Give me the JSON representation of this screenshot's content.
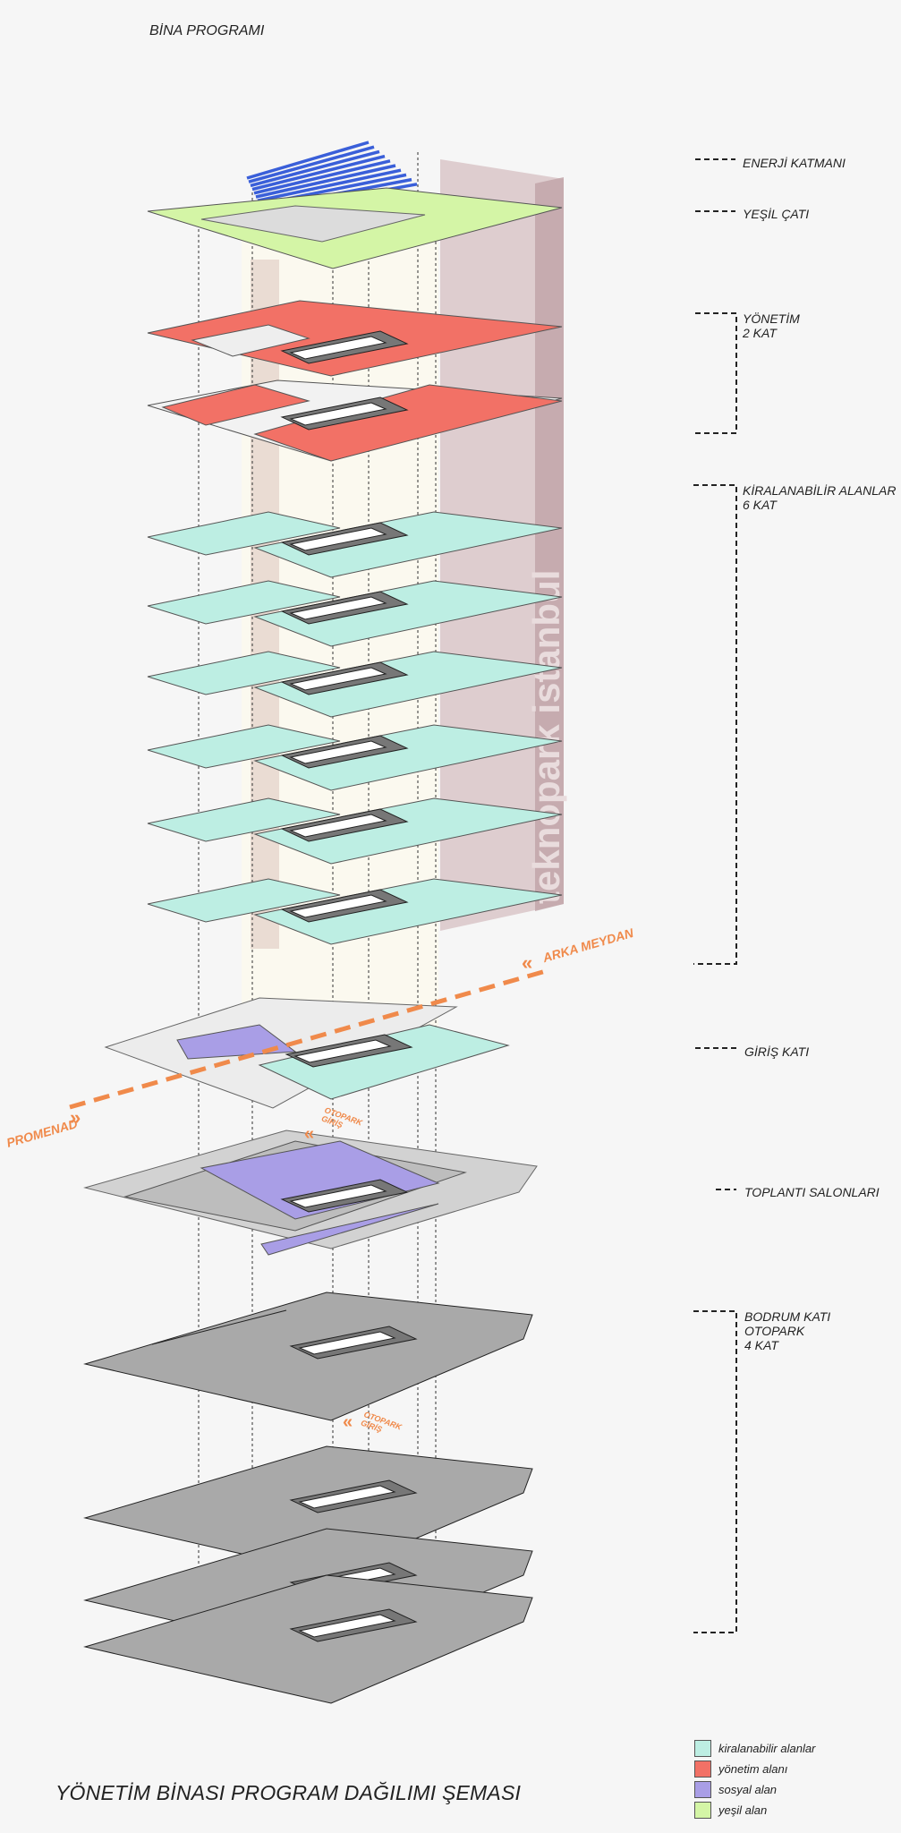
{
  "title": "BİNA PROGRAMI",
  "caption": "YÖNETİM BİNASI PROGRAM DAĞILIMI ŞEMASI",
  "watermark": "teknopark istanbul",
  "labels": {
    "energy": "ENERJİ KATMANI",
    "green_roof": "YEŞİL ÇATI",
    "management": "YÖNETİM\n2 KAT",
    "rentable": "KİRALANABİLİR ALANLAR\n6 KAT",
    "entrance": "GİRİŞ KATI",
    "meeting": "TOPLANTI SALONLARI",
    "basement": "BODRUM KATI\nOTOPARK\n4 KAT"
  },
  "paths": {
    "arka_meydan": "ARKA MEYDAN",
    "promenad": "PROMENAD",
    "otopark_giris_1": "OTOPARK\nGİRİŞ",
    "otopark_giris_2": "OTOPARK\nGİRİŞ"
  },
  "legend": [
    {
      "label": "kiralanabilir alanlar",
      "color": "#bdeee3"
    },
    {
      "label": "yönetim alanı",
      "color": "#f27166"
    },
    {
      "label": "sosyal alan",
      "color": "#a99ee6"
    },
    {
      "label": "yeşil alan",
      "color": "#d4f5a6"
    }
  ],
  "colors": {
    "rentable": "#bdeee3",
    "management": "#f27166",
    "social": "#a99ee6",
    "green": "#d4f5a6",
    "solar": "#3a5fd9",
    "parking": "#a9a9a9",
    "accent": "#f08a4b",
    "core": "#c9a9ab"
  }
}
